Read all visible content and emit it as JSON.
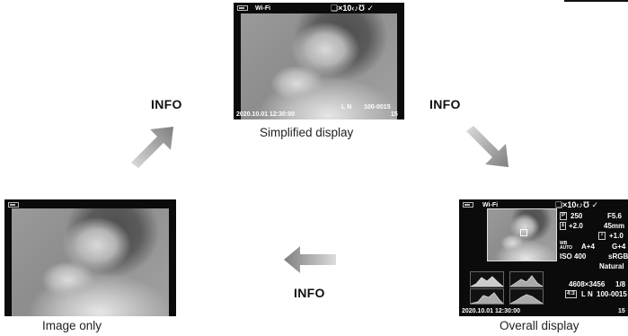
{
  "labels": {
    "info_left": "INFO",
    "info_right": "INFO",
    "info_bottom": "INFO"
  },
  "captions": {
    "simplified": "Simplified display",
    "image_only": "Image only",
    "overall": "Overall display"
  },
  "simplified_overlay": {
    "wifi": "Wi-Fi",
    "right_icons": "❑×10‹♪Ʊ ✓",
    "datetime": "2020.10.01 12:30:00",
    "mode": "L N",
    "file": "100-0015",
    "frame": "15"
  },
  "overall_overlay": {
    "wifi": "Wi-Fi",
    "right_icons": "❑×10‹♪Ʊ ✓",
    "mode": "P",
    "shutter": "250",
    "aperture": "F5.6",
    "ev": "+2.0",
    "focal": "45mm",
    "flash_comp": "+1.0",
    "wb_label": "WB AUTO",
    "wb_a": "A+4",
    "wb_g": "G+4",
    "iso": "ISO 400",
    "color_space": "sRGB",
    "picture_mode": "Natural",
    "dimensions": "4608×3456",
    "ratio": "1/8",
    "quality": "L N",
    "file": "100-0015",
    "datetime": "2020.10.01 12:30:00",
    "frame": "15"
  },
  "icons": {
    "arrow_color": "#8a8a8a",
    "arrow_light": "#d6d6d6"
  }
}
